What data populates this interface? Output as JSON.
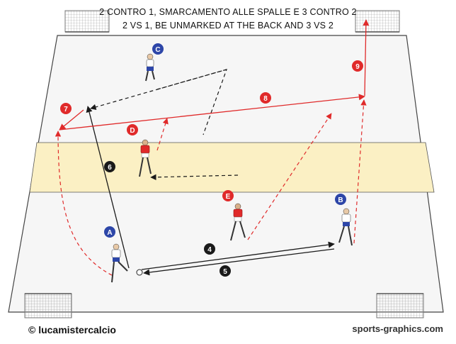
{
  "title_it": "2 CONTRO 1, SMARCAMENTO ALLE SPALLE E 3 CONTRO 2",
  "title_en": "2 VS 1, BE UNMARKED AT THE BACK AND 3 VS 2",
  "footer_left": "© lucamistercalcio",
  "footer_right": "sports-graphics.com",
  "colors": {
    "pitch": "#f6f6f6",
    "band": "#fbf0c4",
    "attacker": "#2d46a8",
    "defender": "#e02a2a",
    "step_dark": "#1a1a1a",
    "step_red": "#e02a2a"
  },
  "players": [
    {
      "id": "A",
      "team": "attacker"
    },
    {
      "id": "B",
      "team": "attacker"
    },
    {
      "id": "C",
      "team": "attacker"
    },
    {
      "id": "D",
      "team": "defender"
    },
    {
      "id": "E",
      "team": "defender"
    }
  ],
  "steps": [
    "4",
    "5",
    "6",
    "7",
    "8",
    "9"
  ]
}
